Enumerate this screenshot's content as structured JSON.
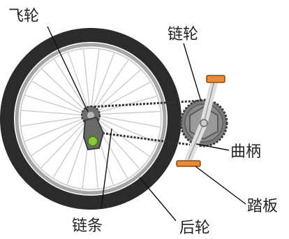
{
  "labels": {
    "flywheel": "飞轮",
    "chainring": "链轮",
    "crank": "曲柄",
    "pedal": "踏板",
    "chain": "链条",
    "rear_wheel": "后轮"
  },
  "colors": {
    "tire": "#2b2b2b",
    "rim": "#9a9a9a",
    "spoke": "#c8c8c8",
    "chain": "#333333",
    "chainring": "#6e6e6e",
    "crank_arm": "#e0e0e0",
    "pedal_fill": "#e88a3a",
    "derailleur_accent": "#8cc63f",
    "leader": "#111111"
  }
}
